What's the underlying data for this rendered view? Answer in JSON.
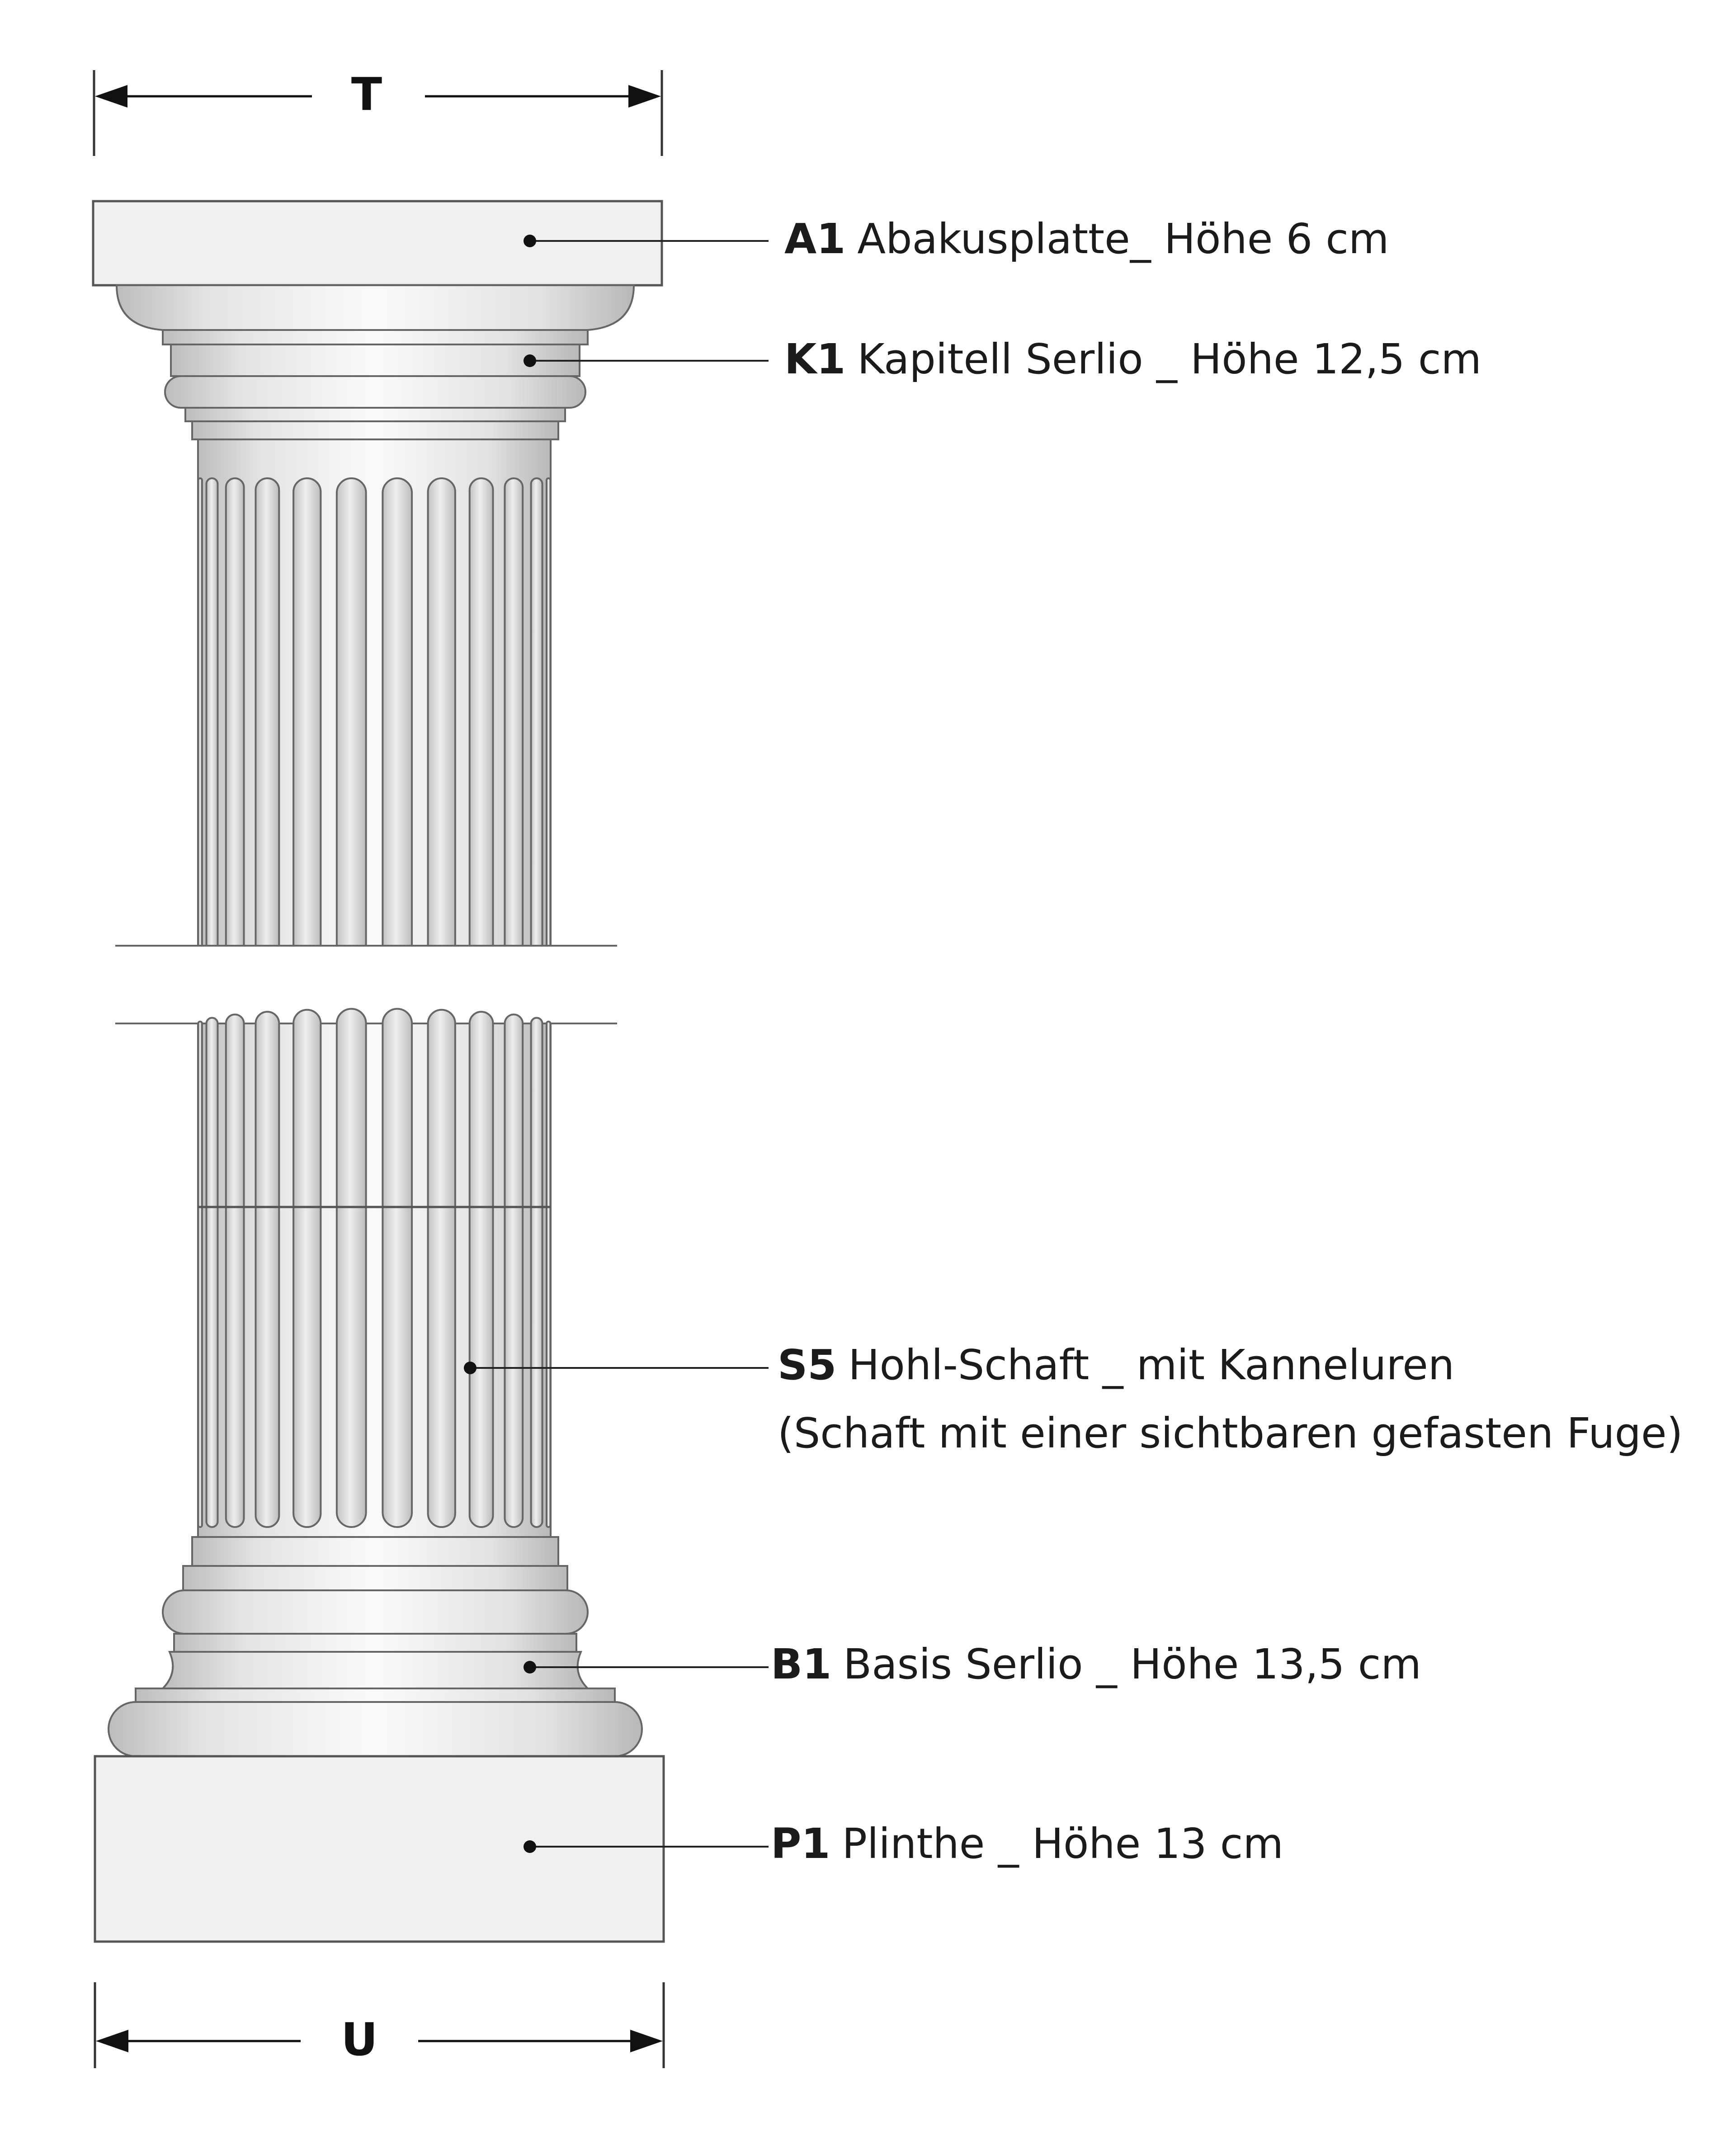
{
  "dimensions": {
    "top": "T",
    "bottom": "U"
  },
  "parts": [
    {
      "code": "A1",
      "text": "Abakusplatte_ Höhe 6 cm"
    },
    {
      "code": "K1",
      "text": "Kapitell Serlio _ Höhe 12,5 cm"
    },
    {
      "code": "S5",
      "text": "Hohl-Schaft _ mit Kanneluren",
      "note": "(Schaft mit einer sichtbaren gefasten Fuge)"
    },
    {
      "code": "B1",
      "text": "Basis Serlio _ Höhe 13,5 cm"
    },
    {
      "code": "P1",
      "text": "Plinthe _ Höhe 13 cm"
    }
  ],
  "colors": {
    "stone": "#f1f1f1",
    "stone_shadow": "#c9c9c9",
    "outline": "#555555",
    "line": "#222222"
  }
}
